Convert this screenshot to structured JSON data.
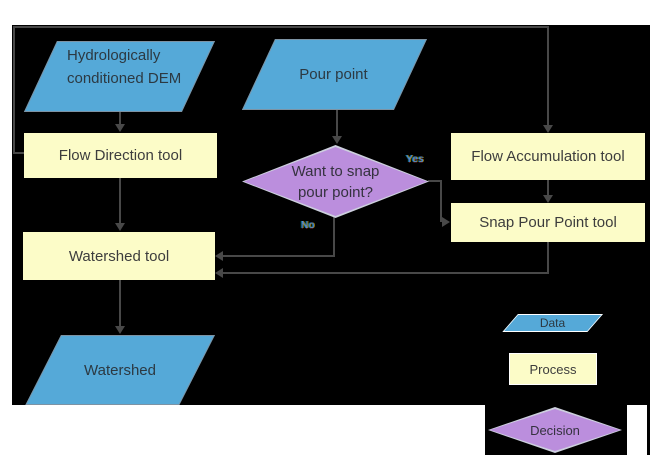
{
  "colors": {
    "page_bg": "#ffffff",
    "canvas_bg": "#000000",
    "data_fill": "#55a9d8",
    "data_border": "#7d93a4",
    "process_fill": "#fcfcc8",
    "decision_fill": "#bb8edd",
    "decision_border": "#cdd0de",
    "legend_border": "#ffffff",
    "arrow": "#484848",
    "node_text": "#3d3d3d",
    "data_text": "#2c3942",
    "decision_text": "#35323f",
    "yes_no_text": "#4f86e8"
  },
  "flowchart": {
    "nodes": {
      "dem": "Hydrologically conditioned DEM",
      "pour_point": "Pour point",
      "flow_direction": "Flow Direction tool",
      "flow_accumulation": "Flow Accumulation tool",
      "snap_pour_point": "Snap Pour Point tool",
      "decision": "Want to snap pour point?",
      "watershed_tool": "Watershed tool",
      "watershed": "Watershed"
    },
    "branch_labels": {
      "yes": "Yes",
      "no": "No"
    }
  },
  "legend": {
    "data": "Data",
    "process": "Process",
    "decision": "Decision"
  }
}
